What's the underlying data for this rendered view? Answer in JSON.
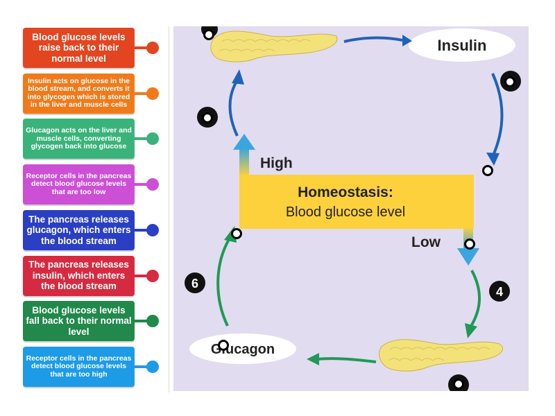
{
  "cards": [
    {
      "text": "Blood glucose levels raise back to their normal level",
      "color": "#e2451f",
      "size": "lg"
    },
    {
      "text": "Insulin acts on glucose in the blood stream, and converts it into glycogen which is stored in the liver and muscle cells",
      "color": "#f07a1a",
      "size": "sm"
    },
    {
      "text": "Glucagon acts on the liver and muscle cells, converting glycogen back into glucose",
      "color": "#3ab37a",
      "size": "sm"
    },
    {
      "text": "Receptor cells in the pancreas detect blood glucose levels that are too low",
      "color": "#cc4fd6",
      "size": "sm"
    },
    {
      "text": "The pancreas releases glucagon, which enters the blood stream",
      "color": "#2a3fc4",
      "size": "lg"
    },
    {
      "text": "The pancreas releases insulin, which enters the blood stream",
      "color": "#d62a40",
      "size": "lg"
    },
    {
      "text": "Blood glucose levels fall back to their normal level",
      "color": "#20894b",
      "size": "lg"
    },
    {
      "text": "Receptor cells in the pancreas detect blood glucose levels that are too high",
      "color": "#1e9be6",
      "size": "sm"
    }
  ],
  "diagram": {
    "center_title": "Homeostasis:",
    "center_subtitle": "Blood glucose level",
    "high_label": "High",
    "low_label": "Low",
    "insulin_label": "Insulin",
    "glucagon_label": "Glucagon",
    "step_4": "4",
    "step_6": "6",
    "colors": {
      "box": "#fcd13b",
      "up_arrow": "#3aa6e0",
      "insulin_arrow": "#1f63b8",
      "glucagon_arrow": "#1f9a55",
      "pancreas": "#f3e27a"
    }
  }
}
